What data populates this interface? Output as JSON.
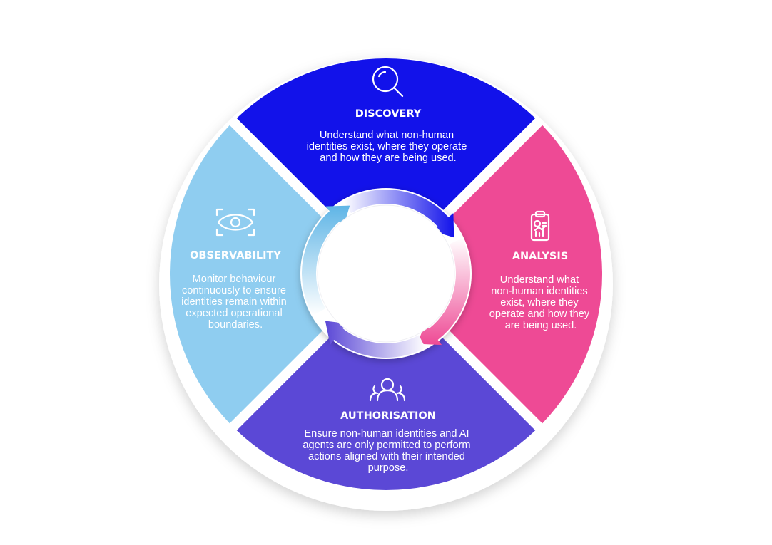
{
  "colors": {
    "discovery": "#1212ea",
    "analysis": "#ee4a95",
    "authorisation": "#5b48d6",
    "observability": "#8fcdf0",
    "background_ring": "#ffffff"
  },
  "segments": [
    {
      "key": "discovery",
      "title": "DISCOVERY",
      "icon": "magnifier-icon",
      "lines": [
        "Understand what non-human",
        "identities exist, where they operate",
        "and how they are being used."
      ]
    },
    {
      "key": "analysis",
      "title": "ANALYSIS",
      "icon": "clipboard-report-icon",
      "lines": [
        "Understand what",
        "non-human identities",
        "exist, where they",
        "operate and how they",
        "are being used."
      ]
    },
    {
      "key": "authorisation",
      "title": "AUTHORISATION",
      "icon": "users-icon",
      "lines": [
        "Ensure non-human identities and AI",
        "agents are only permitted to perform",
        "actions aligned with their intended",
        "purpose."
      ]
    },
    {
      "key": "observability",
      "title": "OBSERVABILITY",
      "icon": "eye-icon",
      "lines": [
        "Monitor behaviour",
        "continuously to ensure",
        "identities remain within",
        "expected operational",
        "boundaries."
      ]
    }
  ]
}
